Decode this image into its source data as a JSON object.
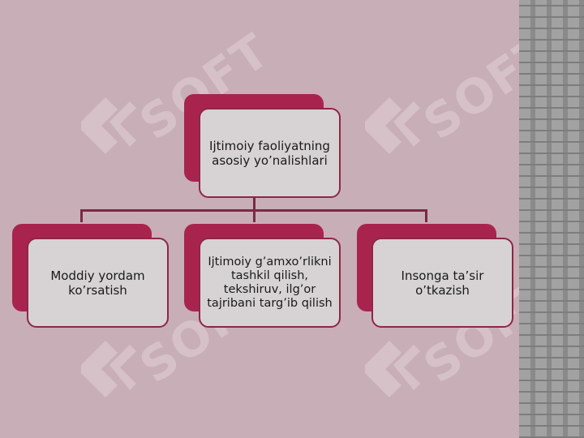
{
  "watermark": {
    "text": "SOFT"
  },
  "diagram": {
    "root": {
      "label": "Ijtimoiy faoliyatning asosiy yo’nalishlari"
    },
    "children": [
      {
        "label": "Moddiy yordam ko’rsatish"
      },
      {
        "label": "Ijtimoiy g’amxo’rlikni tashkil qilish, tekshiruv, ilg’or tajribani targ’ib qilish"
      },
      {
        "label": "Insonga ta’sir o’tkazish"
      }
    ]
  },
  "colors": {
    "background": "#c8aeb6",
    "node_fill": "#d7d3d5",
    "node_border": "#8e2747",
    "node_shadow": "#a8244e",
    "connector": "#7a2a42"
  }
}
